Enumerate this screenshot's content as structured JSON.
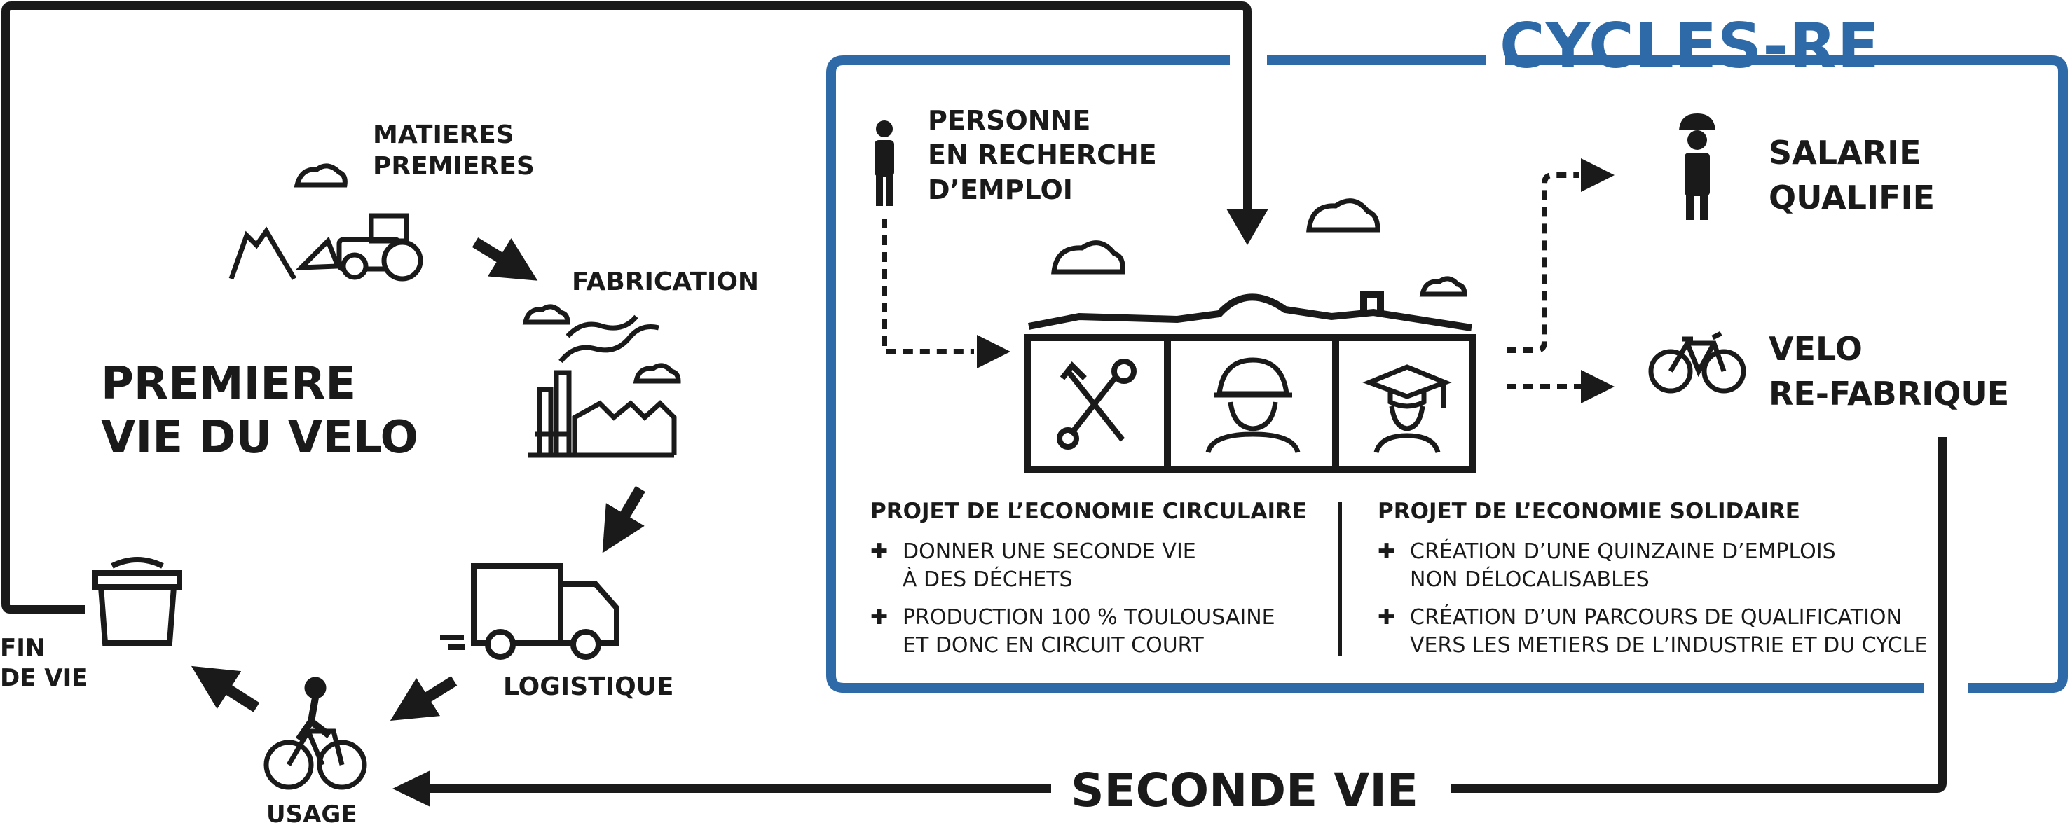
{
  "brand": {
    "title": "CYCLES-RE",
    "color": "#2f6aa8"
  },
  "first_life": {
    "heading_lines": [
      "PREMIERE",
      "VIE DU VELO"
    ],
    "stages": {
      "raw_materials": [
        "MATIERES",
        "PREMIERES"
      ],
      "fabrication": [
        "FABRICATION"
      ],
      "logistics": [
        "LOGISTIQUE"
      ],
      "usage": [
        "USAGE"
      ],
      "end_of_life": [
        "FIN",
        "DE VIE"
      ]
    }
  },
  "cycles_re": {
    "input_label": [
      "PERSONNE",
      "EN RECHERCHE",
      "D’EMPLOI"
    ],
    "outputs": {
      "qualified_worker": [
        "SALARIE",
        "QUALIFIE"
      ],
      "remade_bike": [
        "VELO",
        "RE-FABRIQUE"
      ]
    },
    "circular": {
      "title": "PROJET DE L’ECONOMIE CIRCULAIRE",
      "items": [
        [
          "DONNER UNE SECONDE VIE",
          "À DES DÉCHETS"
        ],
        [
          "PRODUCTION 100 % TOULOUSAINE",
          "ET DONC EN CIRCUIT COURT"
        ]
      ]
    },
    "solidarity": {
      "title": "PROJET DE L’ECONOMIE SOLIDAIRE",
      "items": [
        [
          "CRÉATION D’UNE QUINZAINE D’EMPLOIS",
          "NON DÉLOCALISABLES"
        ],
        [
          "CRÉATION D’UN PARCOURS DE QUALIFICATION",
          "VERS LES METIERS DE L’INDUSTRIE ET DU CYCLE"
        ]
      ]
    },
    "bullet_symbol": "✚"
  },
  "second_life": {
    "label": "SECONDE VIE"
  },
  "icons": [
    "cloud-icon",
    "mountain-icon",
    "bulldozer-icon",
    "factory-icon",
    "truck-icon",
    "cyclist-icon",
    "trash-bin-icon",
    "person-icon",
    "workshop-building-icon",
    "tools-icon",
    "worker-helmet-icon",
    "graduate-icon",
    "hardhat-worker-icon",
    "bicycle-icon"
  ]
}
